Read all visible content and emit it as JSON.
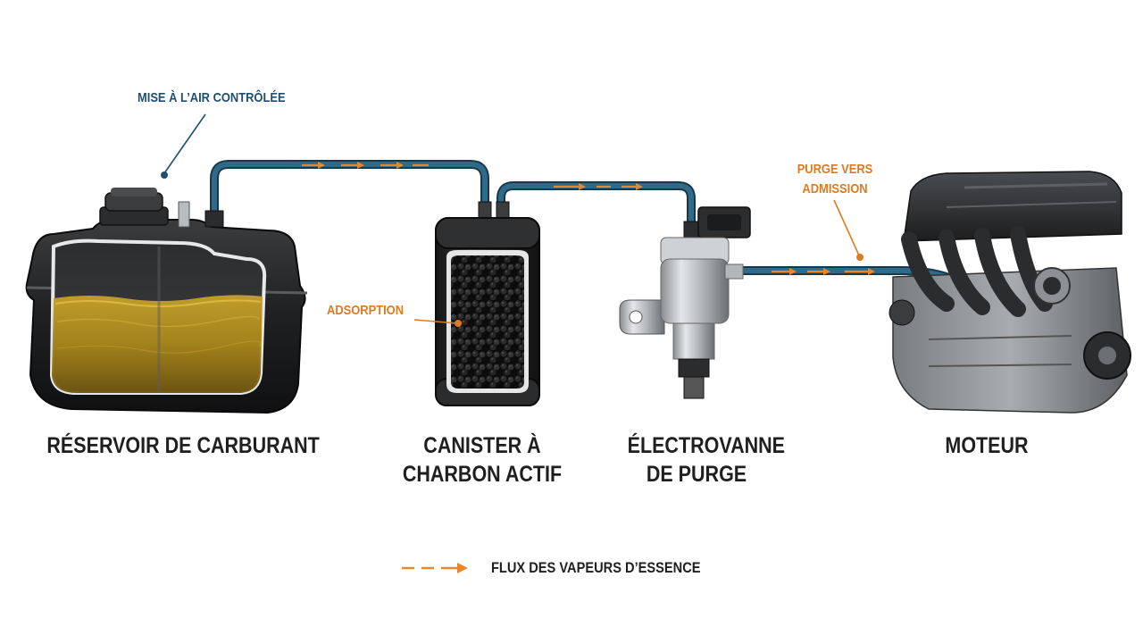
{
  "components": {
    "tank": {
      "name": "RÉSERVOIR DE CARBURANT"
    },
    "canister": {
      "line1": "CANISTER À",
      "line2": "CHARBON ACTIF"
    },
    "valve": {
      "line1": "ÉLECTROVANNE",
      "line2": "DE PURGE"
    },
    "engine": {
      "name": "MOTEUR"
    }
  },
  "annotations": {
    "vent": "MISE À L’AIR CONTRÔLÉE",
    "adsorption": "ADSORPTION",
    "purge_line1": "PURGE VERS",
    "purge_line2": "ADMISSION"
  },
  "legend": {
    "label": "FLUX DES VAPEURS D’ESSENCE"
  },
  "colors": {
    "pipe": "#2a5f7a",
    "flow_arrow": "#e8862a",
    "vent_annotation": "#1f4e6e",
    "orange_annotation": "#e07a1f",
    "fuel": "#b8901a",
    "label": "#1f1f1f"
  }
}
